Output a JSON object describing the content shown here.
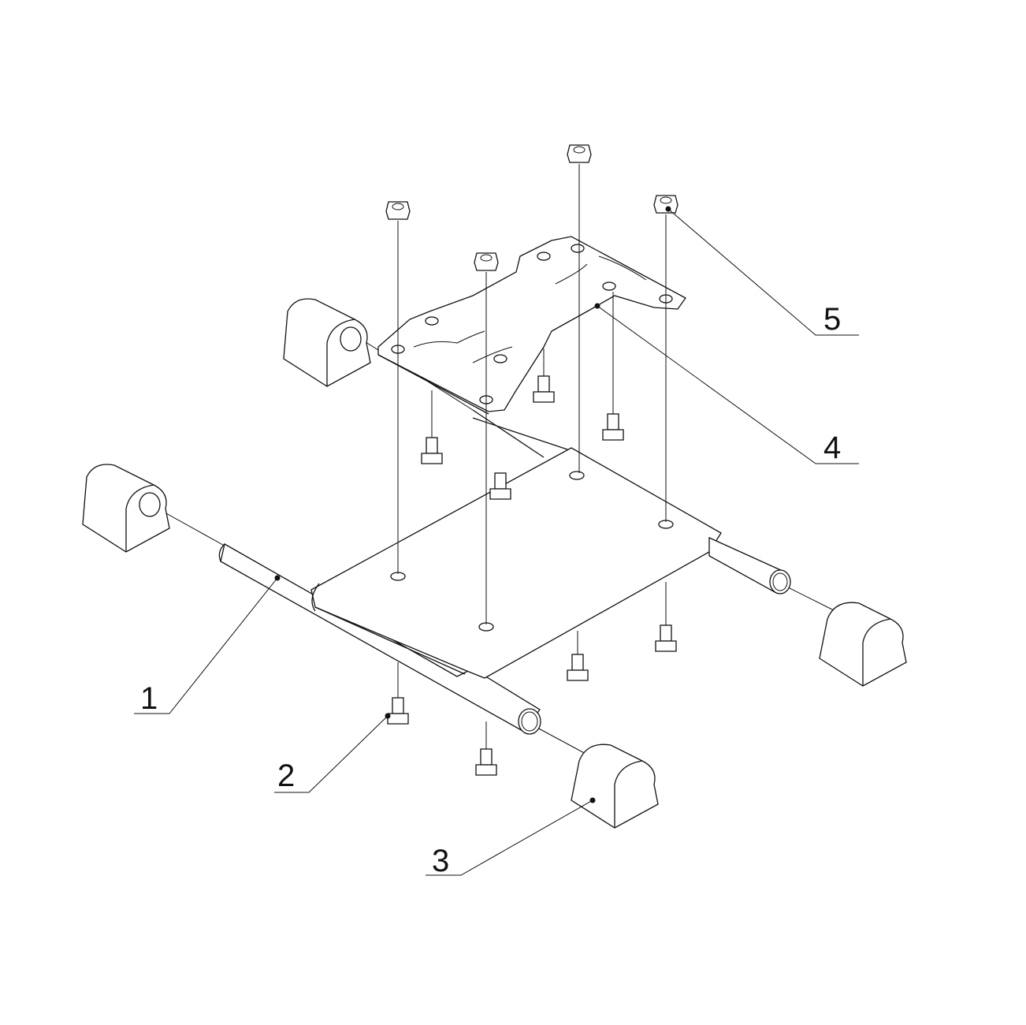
{
  "diagram": {
    "type": "exploded-assembly-view",
    "callouts": [
      {
        "number": "1"
      },
      {
        "number": "2"
      },
      {
        "number": "3"
      },
      {
        "number": "4"
      },
      {
        "number": "5"
      }
    ],
    "line_color": "#111111",
    "background": "#ffffff"
  }
}
